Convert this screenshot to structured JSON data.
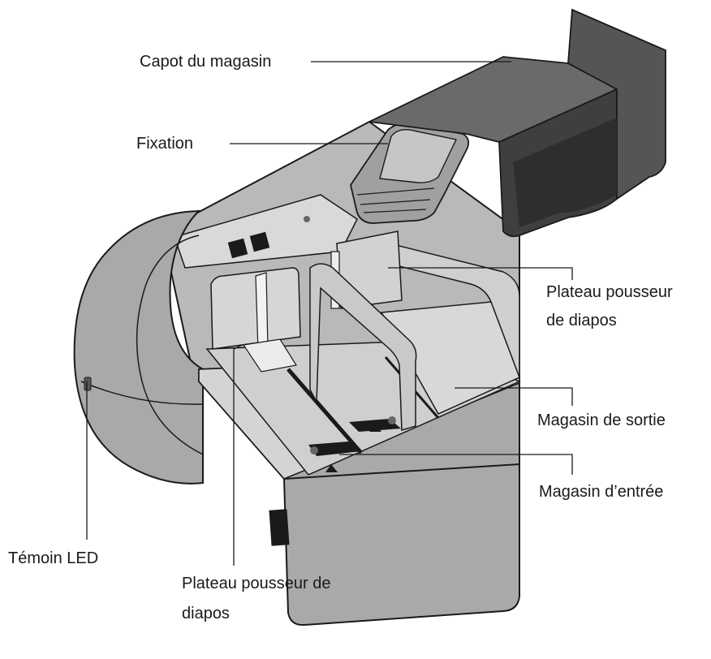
{
  "labels": {
    "cover": "Capot du magasin",
    "fixation": "Fixation",
    "pusher_right_line1": "Plateau pousseur",
    "pusher_right_line2": "de diapos",
    "output": "Magasin de sortie",
    "input": "Magasin d’entrée",
    "led": "Témoin LED",
    "pusher_left_line1": "Plateau pousseur de",
    "pusher_left_line2": "diapos"
  },
  "colors": {
    "outline": "#1a1a1a",
    "cover_dark": "#4a4a4a",
    "body_light": "#cfcfcf",
    "body_mid": "#a9a9a9",
    "body_dark": "#8a8a8a"
  }
}
